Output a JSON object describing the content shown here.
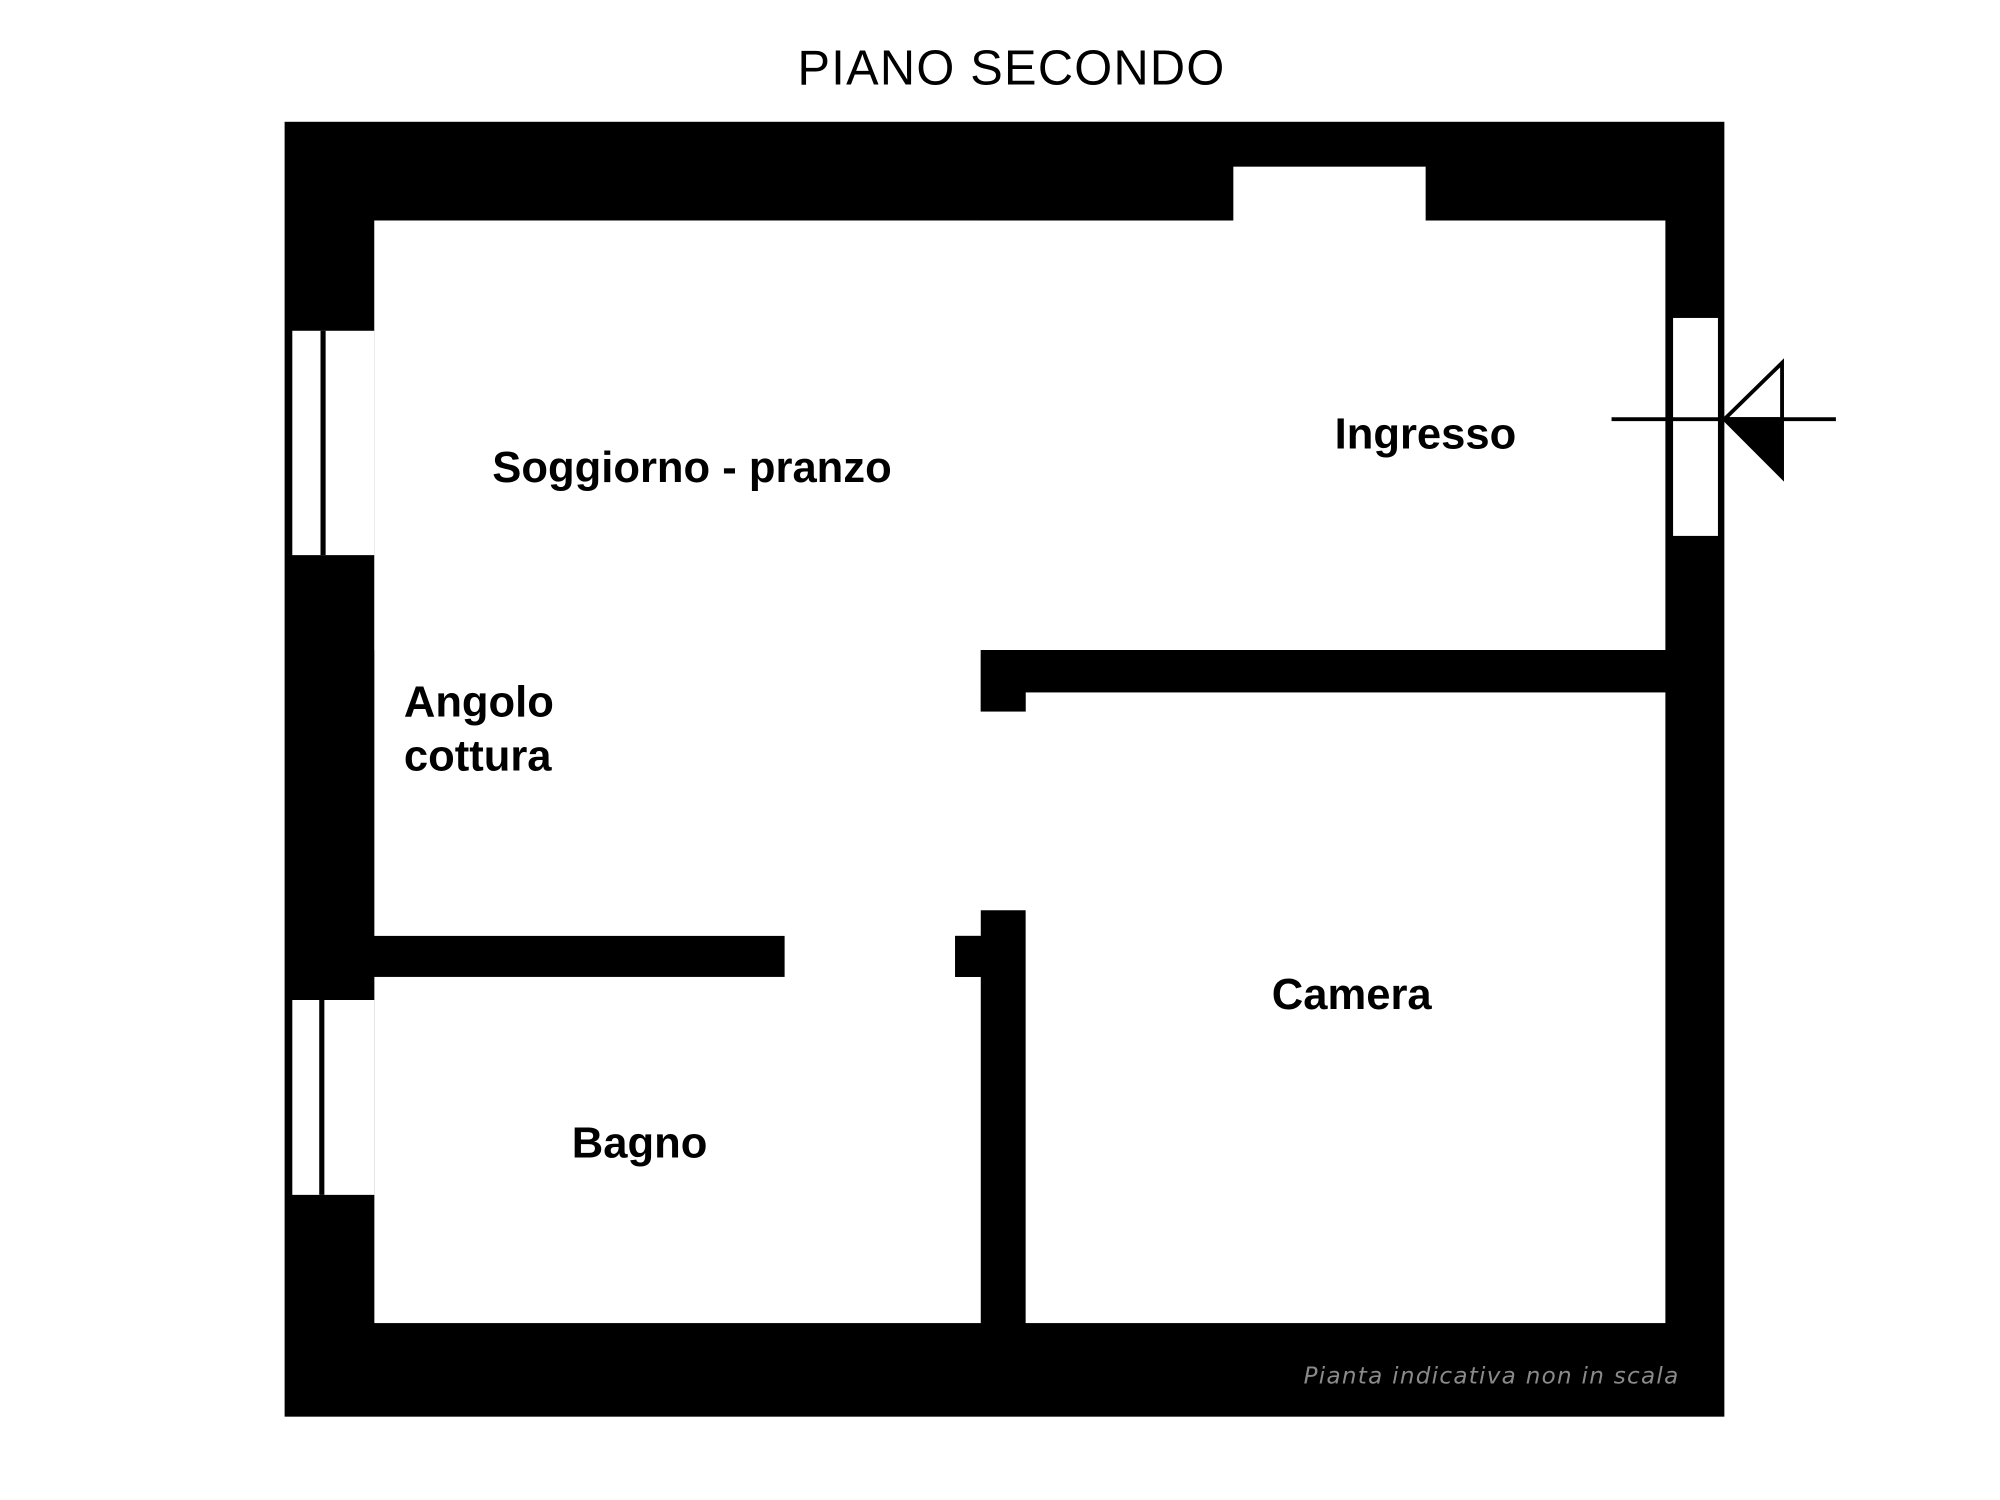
{
  "title": "PIANO SECONDO",
  "rooms": {
    "soggiorno": "Soggiorno - pranzo",
    "ingresso": "Ingresso",
    "angolo_line1": "Angolo",
    "angolo_line2": "cottura",
    "camera": "Camera",
    "bagno": "Bagno"
  },
  "note": "Pianta indicativa non in scala",
  "colors": {
    "wall": "#000000",
    "floor": "#ffffff",
    "note": "#8a8a8a"
  }
}
